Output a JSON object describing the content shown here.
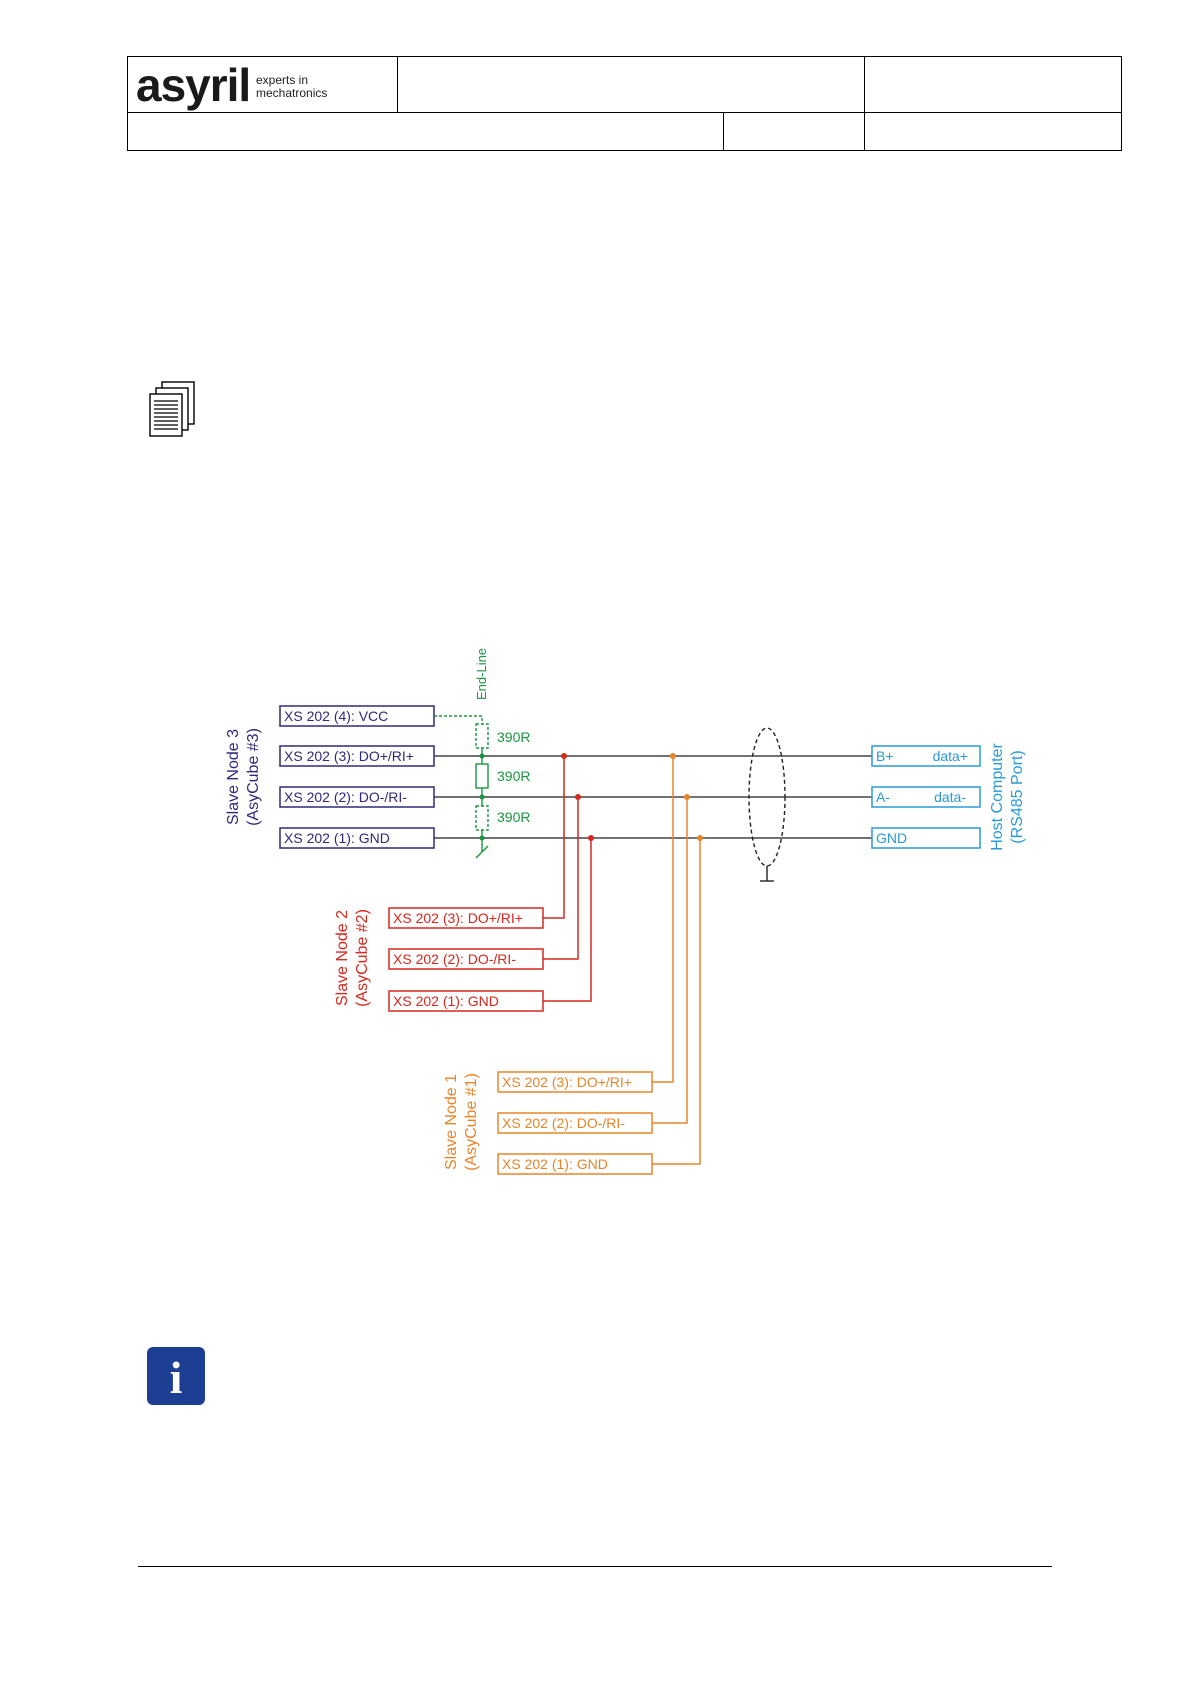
{
  "header": {
    "logo_text": "asyril",
    "tagline_line1": "experts in",
    "tagline_line2": "mechatronics"
  },
  "diagram": {
    "end_line_label": "End-Line",
    "resistor_value": "390R",
    "node3": {
      "title": "Slave Node 3",
      "subtitle": "(AsyCube #3)",
      "pins": [
        "XS 202 (4): VCC",
        "XS 202 (3): DO+/RI+",
        "XS 202 (2): DO-/RI-",
        "XS 202 (1): GND"
      ]
    },
    "node2": {
      "title": "Slave Node 2",
      "subtitle": "(AsyCube #2)",
      "pins": [
        "XS 202 (3): DO+/RI+",
        "XS 202 (2): DO-/RI-",
        "XS 202 (1): GND"
      ]
    },
    "node1": {
      "title": "Slave Node 1",
      "subtitle": "(AsyCube #1)",
      "pins": [
        "XS 202 (3): DO+/RI+",
        "XS 202 (2): DO-/RI-",
        "XS 202 (1): GND"
      ]
    },
    "host": {
      "title": "Host Computer",
      "subtitle": "(RS485 Port)",
      "pins": [
        {
          "name": "B+",
          "signal": "data+"
        },
        {
          "name": "A-",
          "signal": "data-"
        },
        {
          "name": "GND",
          "signal": ""
        }
      ]
    },
    "colors": {
      "node3": "#2e2a7a",
      "node2": "#d7281e",
      "node1": "#e8852a",
      "host": "#2a9ad8",
      "endline": "#1a9640",
      "bus": "#444444"
    }
  }
}
